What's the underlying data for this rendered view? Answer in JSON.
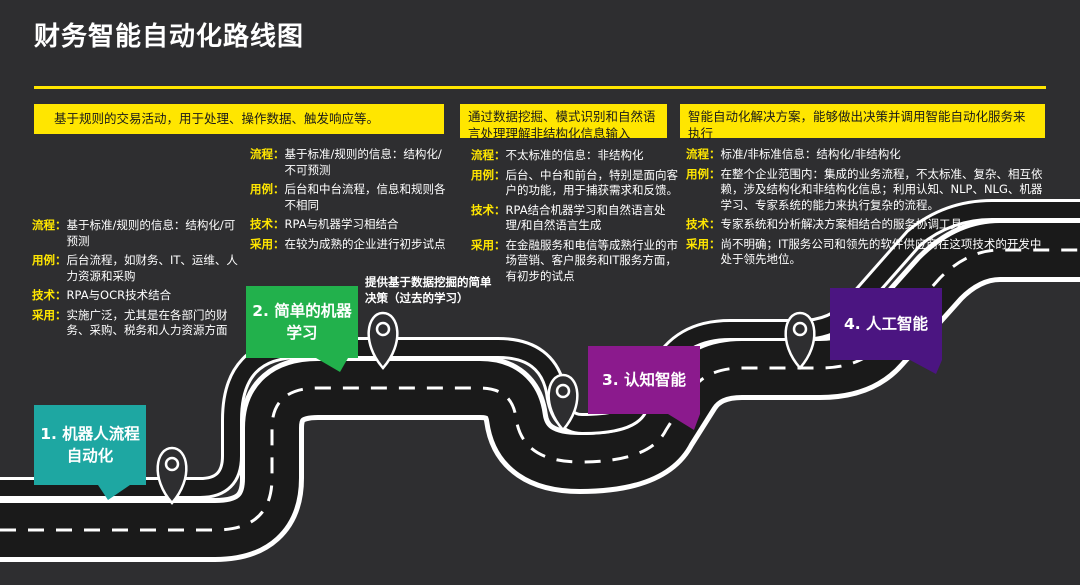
{
  "title": "财务智能自动化路线图",
  "banners": [
    "基于规则的交易活动，用于处理、操作数据、触发响应等。",
    "通过数据挖掘、模式识别和自然语言处理理解非结构化信息输入",
    "智能自动化解决方案，能够做出决策并调用智能自动化服务来执行"
  ],
  "stages": [
    {
      "label": "1. 机器人流程自动化",
      "color": "#1ea7a2",
      "rows": [
        {
          "key": "流程：",
          "value": "基于标准/规则的信息：结构化/可预测"
        },
        {
          "key": "用例：",
          "value": "后台流程，如财务、IT、运维、人力资源和采购"
        },
        {
          "key": "技术：",
          "value": "RPA与OCR技术结合"
        },
        {
          "key": "采用：",
          "value": "实施广泛，尤其是在各部门的财务、采购、税务和人力资源方面"
        }
      ]
    },
    {
      "label": "2. 简单的机器学习",
      "color": "#22b14c",
      "rows": [
        {
          "key": "流程：",
          "value": "基于标准/规则的信息：结构化/不可预测"
        },
        {
          "key": "用例：",
          "value": "后台和中台流程，信息和规则各不相同"
        },
        {
          "key": "技术：",
          "value": "RPA与机器学习相结合"
        },
        {
          "key": "采用：",
          "value": "在较为成熟的企业进行初步试点"
        }
      ]
    },
    {
      "label": "3. 认知智能",
      "color": "#8b1a8d",
      "rows": [
        {
          "key": "流程：",
          "value": "不太标准的信息：非结构化"
        },
        {
          "key": "用例：",
          "value": "后台、中台和前台，特别是面向客户的功能，用于捕获需求和反馈。"
        },
        {
          "key": "技术：",
          "value": "RPA结合机器学习和自然语言处理/和自然语言生成"
        },
        {
          "key": "采用：",
          "value": "在金融服务和电信等成熟行业的市场营销、客户服务和IT服务方面，有初步的试点"
        }
      ]
    },
    {
      "label": "4. 人工智能",
      "color": "#4b1581",
      "rows": [
        {
          "key": "流程：",
          "value": "标准/非标准信息：结构化/非结构化"
        },
        {
          "key": "用例：",
          "value": "在整个企业范围内：集成的业务流程，不太标准、复杂、相互依赖，涉及结构化和非结构化信息；利用认知、NLP、NLG、机器学习、专家系统的能力来执行复杂的流程。"
        },
        {
          "key": "技术：",
          "value": "专家系统和分析解决方案相结合的服务协调工具"
        },
        {
          "key": "采用：",
          "value": "尚不明确；IT服务公司和领先的软件供应商在这项技术的开发中处于领先地位。"
        }
      ]
    }
  ],
  "note": "提供基于数据挖掘的简单决策（过去的学习）",
  "colors": {
    "background": "#2e2e30",
    "accent": "#ffe600",
    "road": "#1a1a1a",
    "road_edge": "#ffffff"
  },
  "icons": [
    "map-pin-icon",
    "road-illustration"
  ]
}
